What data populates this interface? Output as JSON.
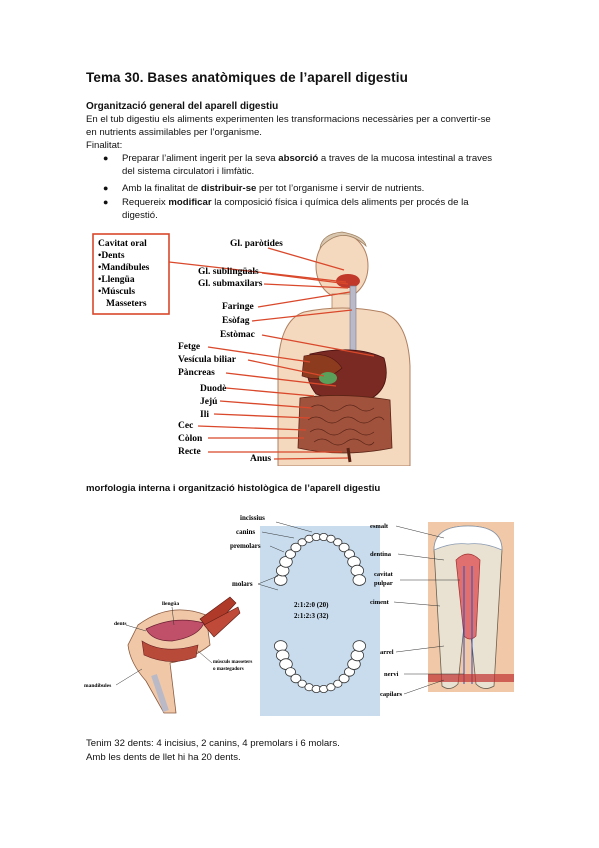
{
  "title": "Tema 30. Bases anatòmiques de l’aparell digestiu",
  "section1": {
    "heading": "Organització general del aparell digestiu",
    "intro_line1": "En el tub digestiu els aliments experimenten les transformacions necessàries per a convertir-se",
    "intro_line2": "en nutrients assimilables per l’organisme.",
    "finalitat": "Finalitat:",
    "bullets": [
      {
        "pre": "Preparar l’aliment ingerit per la seva ",
        "bold": "absorció",
        "post": " a traves de la mucosa intestinal a traves",
        "line2": "del sistema circulatori i limfàtic."
      },
      {
        "pre": "Amb la finalitat de ",
        "bold": "distribuir-se",
        "post": " per tot l’organisme i servir de nutrients.",
        "line2": ""
      },
      {
        "pre": "Requereix ",
        "bold": "modificar",
        "post": " la composició física i química dels aliments per procés de la",
        "line2": "digestió."
      }
    ]
  },
  "figure1": {
    "box_lines": [
      "Cavitat oral",
      "•Dents",
      "•Mandíbules",
      "•Llengüa",
      "•Músculs",
      "Masseters"
    ],
    "right_labels": [
      "Gl. paròtides",
      "Gl. sublingüals",
      "Gl. submaxilars",
      "Faringe",
      "Esòfag",
      "Estòmac"
    ],
    "left_labels": [
      "Fetge",
      "Vesícula biliar",
      "Pàncreas",
      "Duodè",
      "Jejú",
      "Ili",
      "Cec",
      "Còlon",
      "Recte",
      "Anus"
    ]
  },
  "section2": {
    "heading": "morfologia interna i organització histològica de l’aparell digestiu"
  },
  "figure2": {
    "mouth_labels": {
      "dents": "dents",
      "llengua": "llengüa",
      "muscles_line1": "músculs masseters",
      "muscles_line2": "o mastegadors",
      "mandibules": "mandíbules"
    },
    "arch_labels": {
      "incisius": "incissius",
      "canins": "canins",
      "premolars": "premolars",
      "molars": "molars",
      "formula1": "2:1:2:0 (20)",
      "formula2": "2:1:2:3 (32)"
    },
    "tooth_labels": [
      "esmalt",
      "dentina",
      "cavitat",
      "pulpar",
      "ciment",
      "arrel",
      "nervi",
      "capilars"
    ]
  },
  "footer": {
    "line1": "Tenim 32 dents: 4 incisius, 2 canins, 4 premolars i 6 molars.",
    "line2": "Amb les dents de llet hi ha 20 dents."
  },
  "colors": {
    "pointer_line": "#d9482b",
    "skin": "#f5d9bf",
    "arch_bg": "#c8dcee"
  }
}
